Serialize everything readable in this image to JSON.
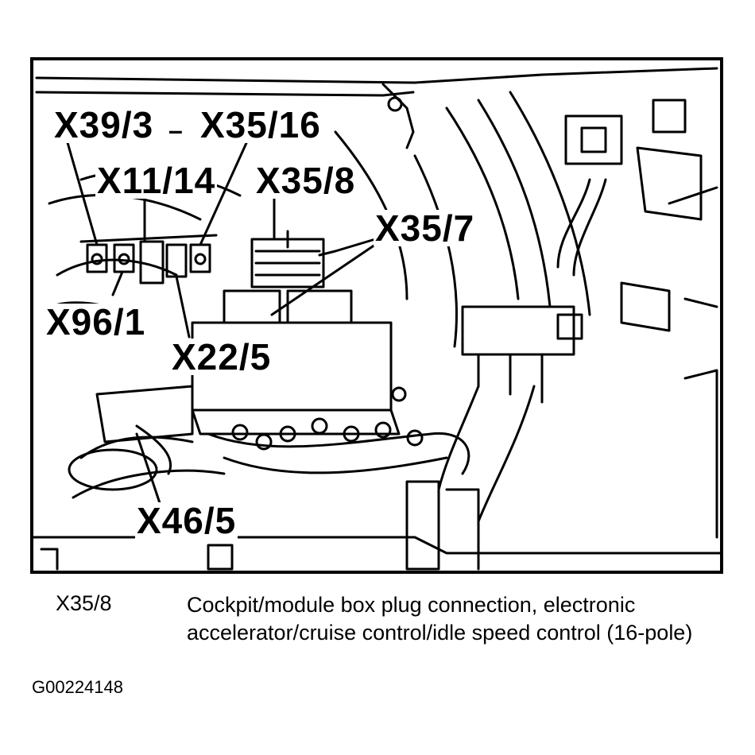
{
  "diagram": {
    "callouts": {
      "x39_3": "X39/3",
      "x35_16": "X35/16",
      "x11_14": "X11/14",
      "x35_8": "X35/8",
      "x35_7": "X35/7",
      "x96_1": "X96/1",
      "x22_5": "X22/5",
      "x46_5": "X46/5"
    }
  },
  "legend": {
    "code": "X35/8",
    "description": "Cockpit/module box plug connection, electronic accelerator/cruise control/idle speed control (16-pole)"
  },
  "figure_id": "G00224148"
}
